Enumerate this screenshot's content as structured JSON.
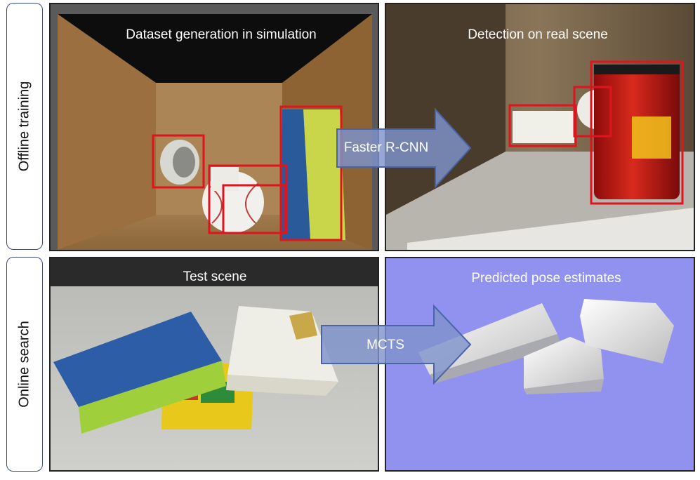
{
  "rows": {
    "offline_label": "Offline training",
    "online_label": "Online search"
  },
  "panels": {
    "sim_caption": "Dataset generation in simulation",
    "real_caption": "Detection on real scene",
    "test_caption": "Test scene",
    "pose_caption": "Predicted pose estimates"
  },
  "arrows": {
    "detector_label": "Faster R-CNN",
    "search_label": "MCTS"
  },
  "colors": {
    "detection_box": "#e0141e",
    "arrow_fill": "#7f93cc",
    "pose_background": "#9191f0"
  }
}
